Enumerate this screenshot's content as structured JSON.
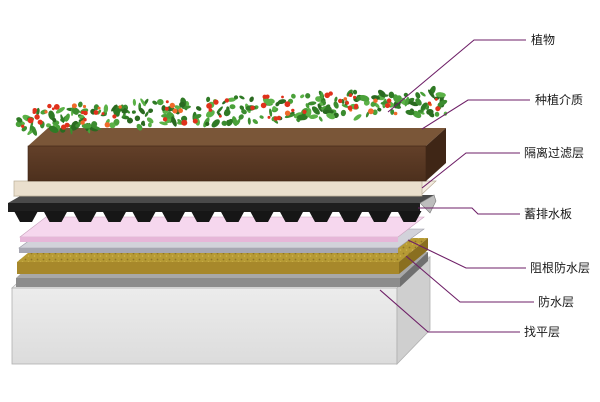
{
  "labels": {
    "plants": "植物",
    "growing_medium": "种植介质",
    "filter_layer": "隔离过滤层",
    "drainage_board": "蓄排水板",
    "root_barrier": "阻根防水层",
    "waterproof": "防水层",
    "leveling": "找平层"
  },
  "colors": {
    "leader_line": "#6e1f67",
    "soil": "#5a3a24",
    "filter": "#efe6d6",
    "drainage": "#2a2a2a",
    "root_barrier": "#f3cfe9",
    "waterproof_membrane": "#b9b9c3",
    "felt": "#b5952f",
    "screed": "#8f8f8f",
    "slab": "#e6e6e6",
    "foliage": "#3f8f2e",
    "flowers": "#e33d1f"
  }
}
